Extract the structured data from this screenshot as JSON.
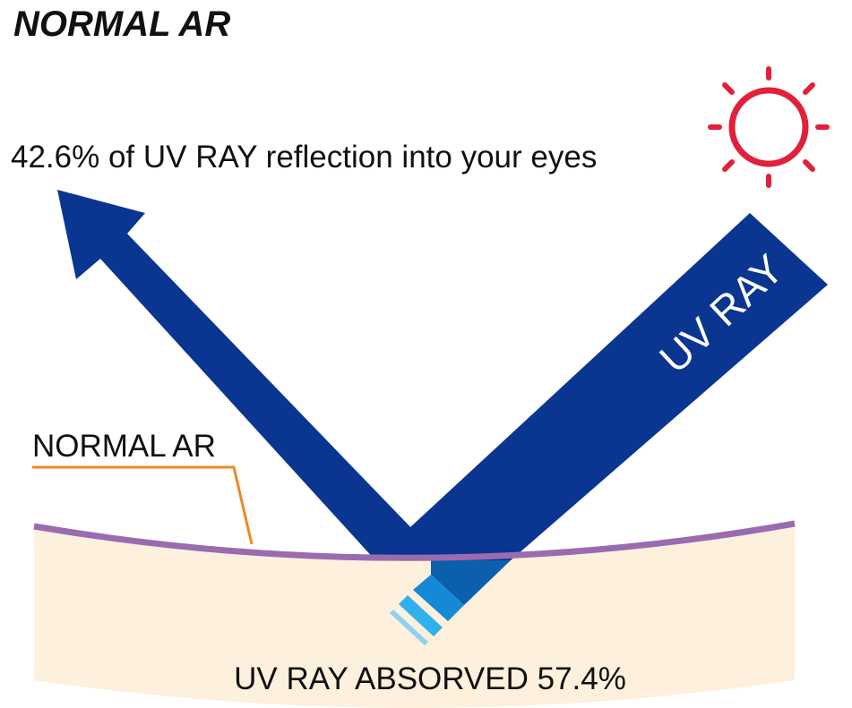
{
  "title": "NORMAL AR",
  "reflection_label": "42.6% of UV RAY reflection into your eyes",
  "incoming_ray_label": "UV RAY",
  "coating_label": "NORMAL AR",
  "absorbed_label": "UV RAY ABSORVED 57.4%",
  "colors": {
    "ray": "#0a3591",
    "coating": "#9b6bb0",
    "lens": "#fdf0dc",
    "leader_line": "#ec8a24",
    "sun": "#e2203b",
    "absorbed_segment_1": "#0c5fad",
    "absorbed_segment_2": "#1589d6",
    "absorbed_segment_3": "#2fb1ec",
    "absorbed_segment_4": "#8dd2f3"
  },
  "icons": {
    "sun": "sun-icon"
  }
}
